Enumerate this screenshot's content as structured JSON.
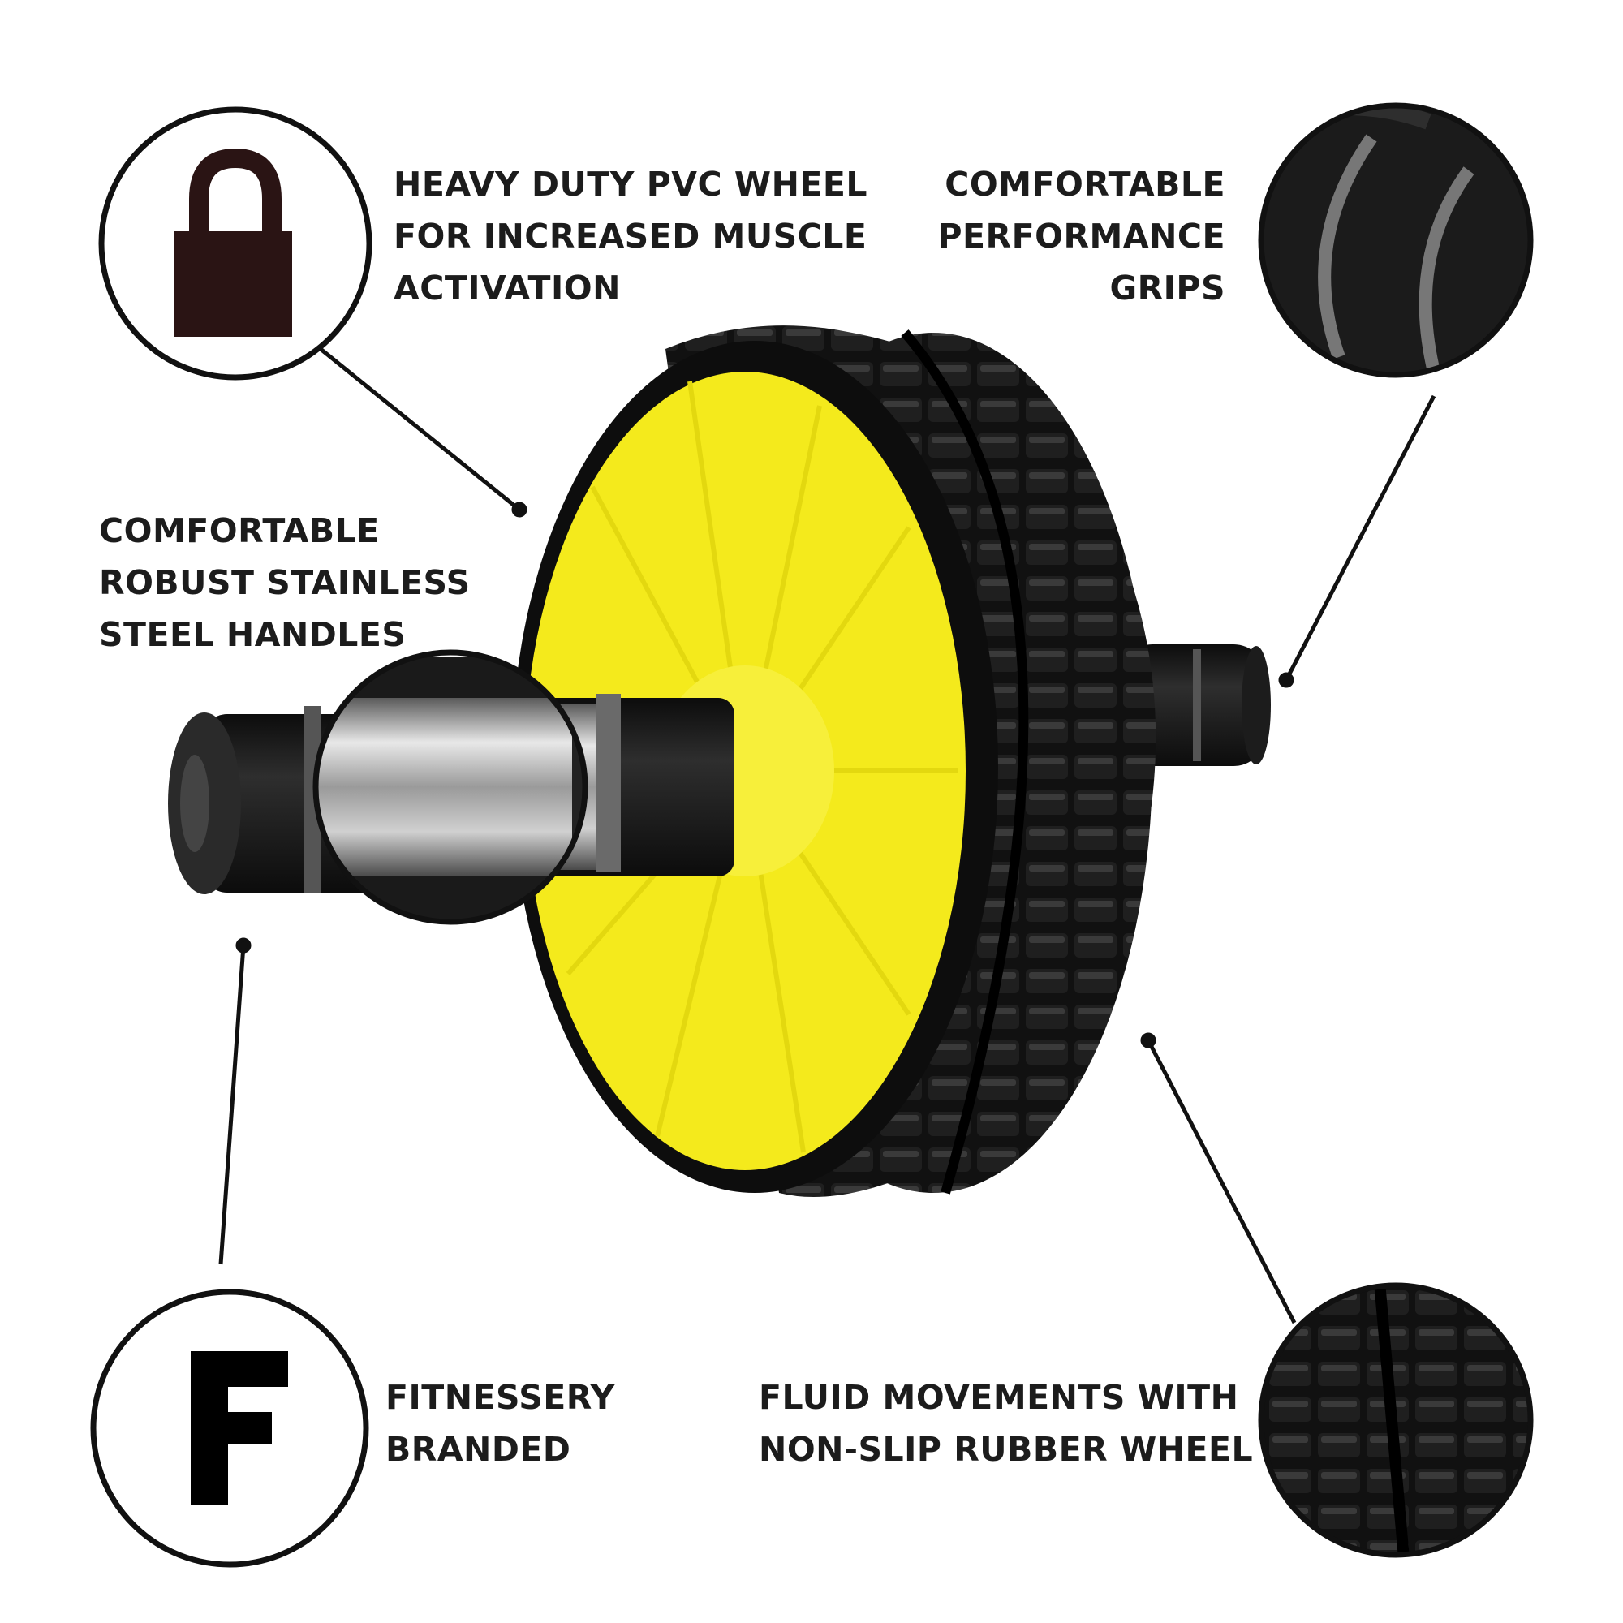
{
  "colors": {
    "background": "#ffffff",
    "text": "#1c1c1c",
    "wheel_hub": "#f4ea1c",
    "wheel_tire": "#111111",
    "lock": "#2a1414",
    "steel": "#c8c8c8",
    "foam": "#1a1a1a"
  },
  "callouts": {
    "pvc_wheel": {
      "icon": "padlock-icon",
      "lines": [
        "HEAVY DUTY PVC WHEEL",
        "FOR INCREASED MUSCLE",
        "ACTIVATION"
      ]
    },
    "grips": {
      "icon": "foam-grip-closeup",
      "lines": [
        "COMFORTABLE",
        "PERFORMANCE",
        "GRIPS"
      ]
    },
    "handles": {
      "icon": "steel-handle-closeup",
      "lines": [
        "COMFORTABLE",
        "ROBUST STAINLESS",
        "STEEL HANDLES"
      ]
    },
    "brand": {
      "icon": "f-logo",
      "logo_letter": "F",
      "lines": [
        "FITNESSERY",
        "BRANDED"
      ]
    },
    "rubber_wheel": {
      "icon": "tread-closeup",
      "lines": [
        "FLUID MOVEMENTS WITH",
        "NON-SLIP RUBBER WHEEL"
      ]
    }
  }
}
